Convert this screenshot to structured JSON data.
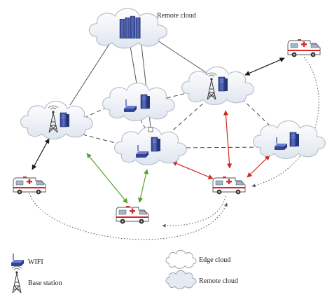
{
  "diagram": {
    "remote_cloud_label": "Remote cloud"
  },
  "legend": {
    "wifi": "WIFI",
    "base_station": "Base station",
    "edge_cloud": "Edge cloud",
    "remote_cloud": "Remote cloud"
  },
  "colors": {
    "black_link": "#1a1a1a",
    "green_link": "#5aa02c",
    "red_link": "#cc2a1e",
    "cloud_fill": "#eef2f8",
    "cloud_stroke": "#b7c0cc",
    "server": "#3d4f9e",
    "ambulance_red": "#d8282b"
  }
}
